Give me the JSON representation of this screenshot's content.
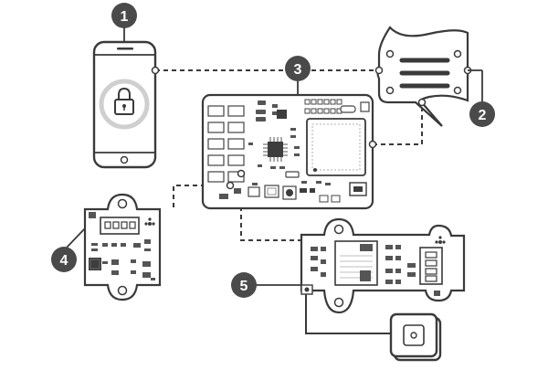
{
  "callouts": [
    {
      "number": "1",
      "target": "smartphone"
    },
    {
      "number": "2",
      "target": "display-module"
    },
    {
      "number": "3",
      "target": "main-board"
    },
    {
      "number": "4",
      "target": "sensor-module"
    },
    {
      "number": "5",
      "target": "gps-module"
    }
  ],
  "colors": {
    "line": "#3a3a3a",
    "badge": "#4a4a4a",
    "board": "#ffffff",
    "pad": "#555555",
    "chip": "#3d3d3d"
  },
  "icons": {
    "phone": "padlock-icon",
    "display": "text-lines-icon",
    "gps": "gps-antenna-icon"
  }
}
